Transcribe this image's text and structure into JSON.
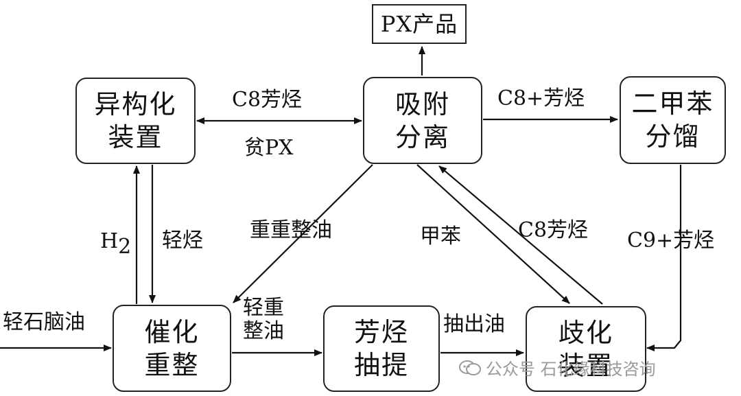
{
  "nodes": {
    "px_product": "PX产品",
    "isomerization": [
      "异构化",
      "装置"
    ],
    "adsorption": [
      "吸附",
      "分离"
    ],
    "xylene": [
      "二甲苯",
      "分馏"
    ],
    "reforming": [
      "催化",
      "重整"
    ],
    "extraction": [
      "芳烃",
      "抽提"
    ],
    "disproportionation": [
      "歧化",
      "装置"
    ]
  },
  "edges": {
    "iso_ads_top": "C8芳烃",
    "iso_ads_bottom": "贫PX",
    "ads_xylene": "C8+芳烃",
    "h2_main": "H",
    "h2_sub": "2",
    "light_hydrocarbon": "轻烃",
    "heavy_reformate": "重重整油",
    "toluene": "甲苯",
    "c8_return": "C8芳烃",
    "c9": "C9+芳烃",
    "feed": "轻石脑油",
    "light_heavy": [
      "轻重",
      "整油"
    ],
    "extract_oil": "抽出油"
  },
  "watermark": "公众号 石化缘科技咨询",
  "colors": {
    "line": "#111111",
    "watermark": "#9a9a9a"
  }
}
